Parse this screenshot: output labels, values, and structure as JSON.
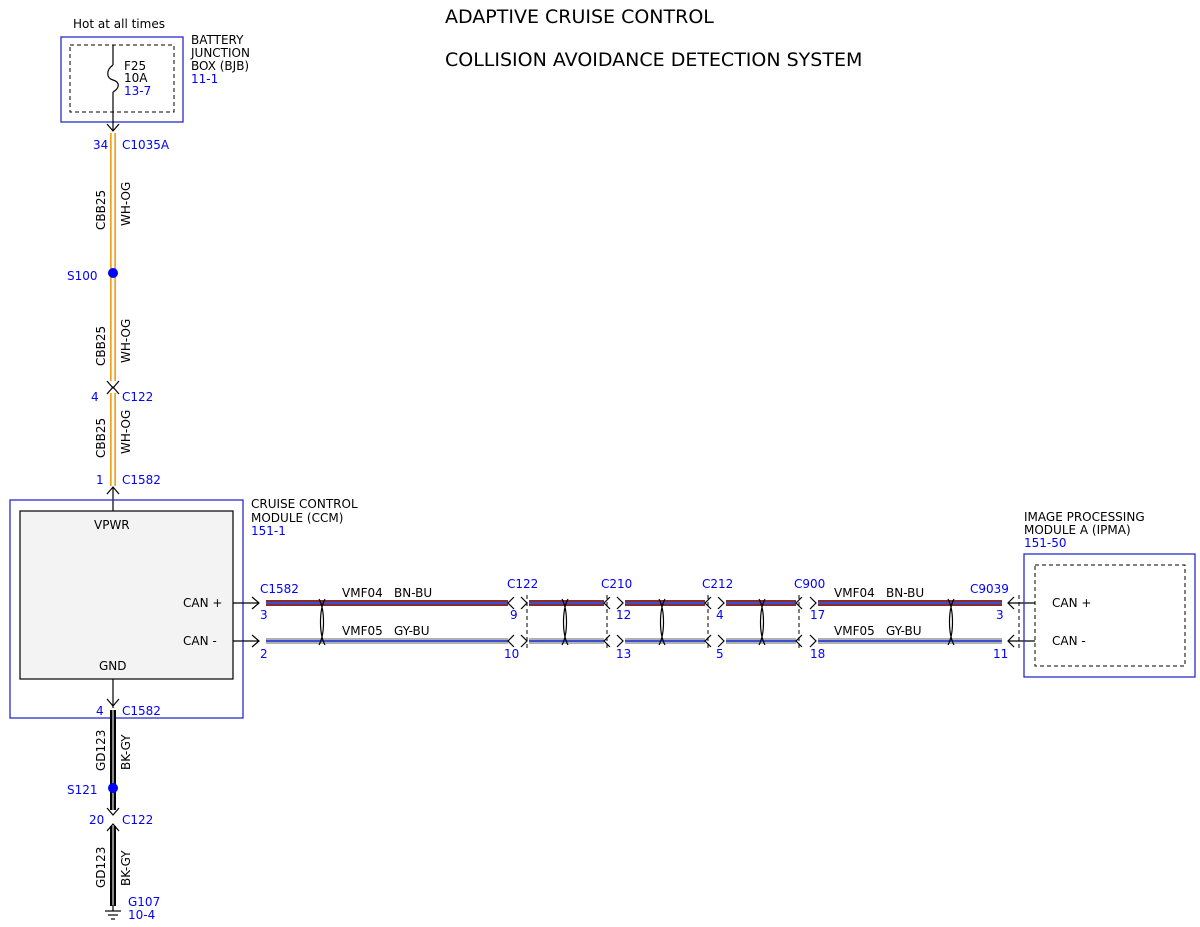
{
  "title": {
    "line1": "ADAPTIVE CRUISE CONTROL",
    "line2": "COLLISION AVOIDANCE DETECTION SYSTEM"
  },
  "colors": {
    "connector_text": "#0000ff",
    "box_outline": "#2b2bcc",
    "module_fill": "#f3f3f3",
    "wire_white": "#ffffff",
    "wire_orange": "#f0a020",
    "wire_black": "#000000",
    "wire_brown": "#8b2a2a",
    "wire_blue": "#3a50d0",
    "wire_red": "#cc2020",
    "wire_gray": "#b0b0b0",
    "splice": "#0000ff"
  },
  "bjb": {
    "hot_label": "Hot at all times",
    "name_line1": "BATTERY",
    "name_line2": "JUNCTION",
    "name_line3": "BOX (BJB)",
    "ref": "11-1",
    "fuse_name": "F25",
    "fuse_rating": "10A",
    "fuse_ref": "13-7"
  },
  "power_circuit": {
    "pin_top": "34",
    "conn_top": "C1035A",
    "wire1_circuit": "CBB25",
    "wire1_color": "WH-OG",
    "splice_name": "S100",
    "wire2_circuit": "CBB25",
    "wire2_color": "WH-OG",
    "pin_mid": "4",
    "conn_mid": "C122",
    "wire3_circuit": "CBB25",
    "wire3_color": "WH-OG",
    "pin_ccm": "1",
    "conn_ccm": "C1582"
  },
  "ccm": {
    "name_line1": "CRUISE CONTROL",
    "name_line2": "MODULE (CCM)",
    "ref": "151-1",
    "vpwr": "VPWR",
    "can_plus": "CAN +",
    "can_minus": "CAN -",
    "gnd": "GND"
  },
  "ground_circuit": {
    "pin_ccm": "4",
    "conn_ccm": "C1582",
    "wire1_circuit": "GD123",
    "wire1_color": "BK-GY",
    "splice_name": "S121",
    "pin_mid": "20",
    "conn_mid": "C122",
    "wire2_circuit": "GD123",
    "wire2_color": "BK-GY",
    "ground_name": "G107",
    "ground_ref": "10-4"
  },
  "can_bus": {
    "ccm_conn": "C1582",
    "ccm_pin_plus": "3",
    "ccm_pin_minus": "2",
    "wire_plus_circuit_left": "VMF04",
    "wire_plus_color_left": "BN-BU",
    "wire_minus_circuit_left": "VMF05",
    "wire_minus_color_left": "GY-BU",
    "conn_a": "C122",
    "conn_a_pin_plus": "9",
    "conn_a_pin_minus": "10",
    "conn_b": "C210",
    "conn_b_pin_plus": "12",
    "conn_b_pin_minus": "13",
    "conn_c": "C212",
    "conn_c_pin_plus": "4",
    "conn_c_pin_minus": "5",
    "conn_d": "C900",
    "conn_d_pin_plus": "17",
    "conn_d_pin_minus": "18",
    "wire_plus_circuit_right": "VMF04",
    "wire_plus_color_right": "BN-BU",
    "wire_minus_circuit_right": "VMF05",
    "wire_minus_color_right": "GY-BU",
    "ipma_conn": "C9039",
    "ipma_pin_plus": "3",
    "ipma_pin_minus": "11"
  },
  "ipma": {
    "name_line1": "IMAGE PROCESSING",
    "name_line2": "MODULE A (IPMA)",
    "ref": "151-50",
    "can_plus": "CAN +",
    "can_minus": "CAN -"
  }
}
